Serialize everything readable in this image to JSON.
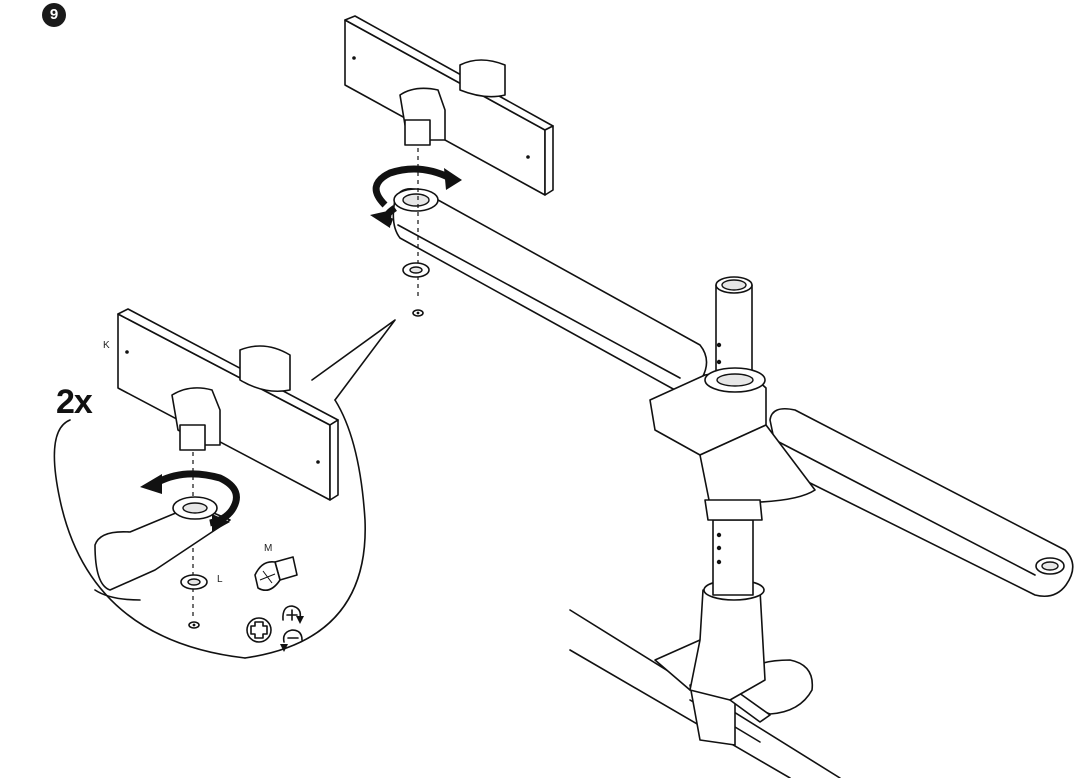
{
  "step": {
    "number": "9"
  },
  "callout": {
    "quantity": "2x"
  },
  "part_labels": {
    "k": "K",
    "m": "M",
    "l": "L"
  },
  "icons": [
    "phillips-screwdriver-icon",
    "rotate-clockwise-tighten-icon",
    "rotate-counterclockwise-loosen-icon"
  ]
}
